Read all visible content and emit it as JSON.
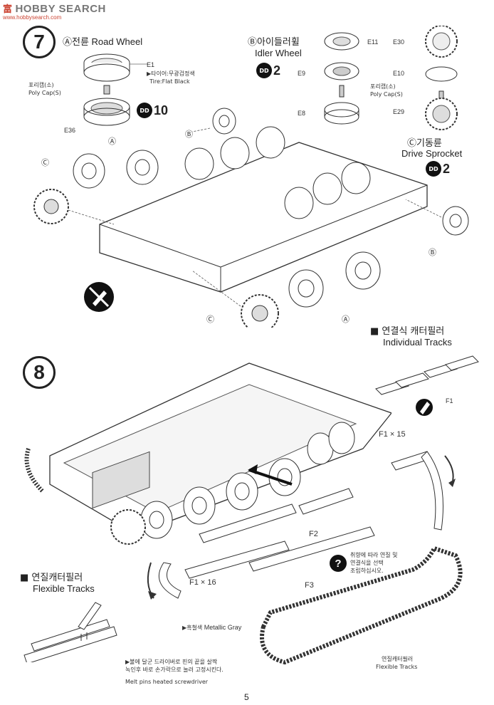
{
  "watermark": {
    "logo": "富",
    "search": "HOBBY SEARCH",
    "url": "www.hobbysearch.com"
  },
  "page_number": "5",
  "step7": {
    "number": "7",
    "road_wheel": {
      "title_ko": "Ⓐ전륜",
      "title_en": "Road Wheel",
      "count": "10",
      "part_top": "E1",
      "part_bottom": "E36",
      "tire_note_ko": "▶타이어:무광검정색",
      "tire_note_en": "Tire:Flat Black",
      "polycap_ko": "포리캡(소)",
      "polycap_en": "Poly Cap(S)"
    },
    "idler_wheel": {
      "title_ko": "Ⓑ아이들러휠",
      "title_en": "Idler Wheel",
      "count": "2",
      "parts": [
        "E11",
        "E9",
        "E8"
      ]
    },
    "drive_sprocket": {
      "title_ko": "Ⓒ기동륜",
      "title_en": "Drive Sprocket",
      "count": "2",
      "parts": [
        "E30",
        "E10",
        "E29"
      ],
      "polycap_ko": "포리캡(소)",
      "polycap_en": "Poly Cap(S)"
    },
    "labels": [
      "Ⓐ",
      "Ⓑ",
      "Ⓒ"
    ]
  },
  "step8": {
    "number": "8",
    "individual_tracks": {
      "title_ko": "■ 연결식 캐터필러",
      "title_en": "Individual Tracks",
      "part": "F1"
    },
    "f1_top": "F1 × 15",
    "f1_bottom": "F1 × 16",
    "f2": "F2",
    "f3": "F3",
    "note_ko": [
      "취향에 따라 연질 및",
      "연결식을 선택",
      "조립하십시오."
    ],
    "color_note_ko": "▶흑철색",
    "color_note_en": "Metallic Gray",
    "flexible_label_ko": "연질캐터필러",
    "flexible_label_en": "Flexible Tracks",
    "flexible_tracks": {
      "title_ko": "■ 연질캐터필러",
      "title_en": "Flexible Tracks"
    },
    "melt_note_ko": [
      "▶불에 달군 드라이버로 핀의 끝을 살짝",
      "녹인후 바로 손가락으로 눌러 고정시킨다."
    ],
    "melt_note_en": "Melt pins heated screwdriver"
  }
}
